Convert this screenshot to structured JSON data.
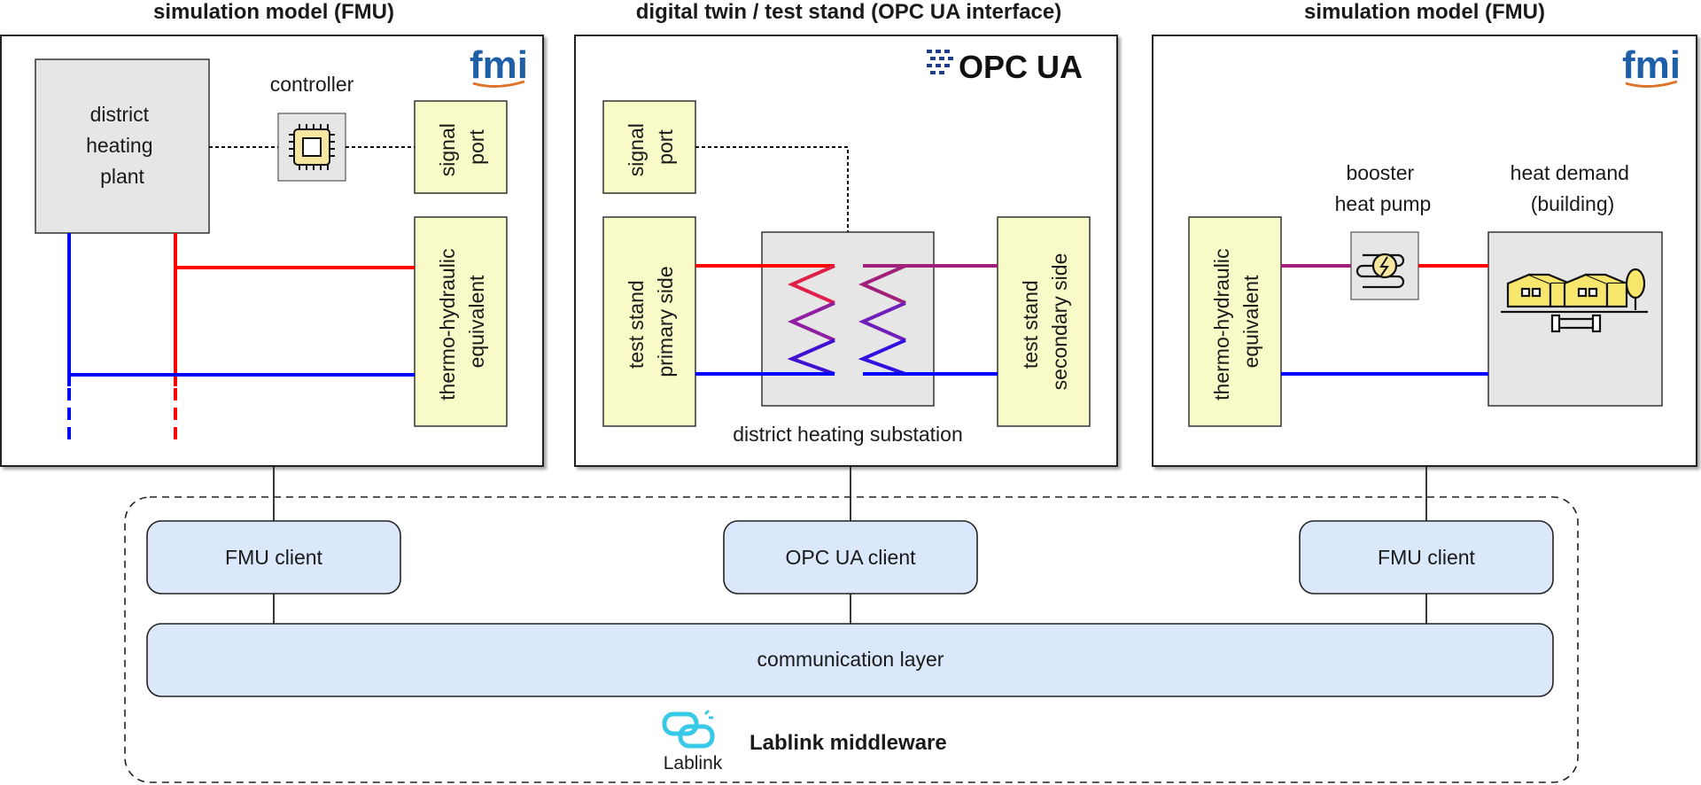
{
  "panels": {
    "left": {
      "title": "simulation model (FMU)",
      "logo": "fmi",
      "plant_lines": [
        "district",
        "heating",
        "plant"
      ],
      "controller": "controller",
      "signal_port_lines": [
        "signal",
        "port"
      ],
      "thermo_lines": [
        "thermo-hydraulic",
        "equivalent"
      ]
    },
    "middle": {
      "title": "digital twin / test stand (OPC UA interface)",
      "logo": "OPC UA",
      "signal_port_lines": [
        "signal",
        "port"
      ],
      "primary_lines": [
        "test stand",
        "primary side"
      ],
      "secondary_lines": [
        "test stand",
        "secondary side"
      ],
      "substation": "district heating substation"
    },
    "right": {
      "title": "simulation model (FMU)",
      "logo": "fmi",
      "thermo_lines": [
        "thermo-hydraulic",
        "equivalent"
      ],
      "booster_lines": [
        "booster",
        "heat pump"
      ],
      "demand_lines": [
        "heat demand",
        "(building)"
      ]
    }
  },
  "middleware": {
    "clients": [
      "FMU client",
      "OPC UA client",
      "FMU client"
    ],
    "communication_layer": "communication layer",
    "logo_text": "Lablink",
    "label": "Lablink middleware"
  },
  "icons": [
    "fmi-logo",
    "opc-ua-logo",
    "chip-icon",
    "heat-exchanger-icon",
    "heat-pump-icon",
    "buildings-icon",
    "lablink-chain-icon"
  ],
  "colors": {
    "supply": "#ff0000",
    "return": "#0000ff",
    "mixed": "#a0207a",
    "yellow_box": "#f8fac8",
    "gray_box": "#e6e6e6",
    "client_box": "#dbe7fb",
    "fmi_blue": "#1f5fa8",
    "fmi_orange": "#e0732a"
  }
}
